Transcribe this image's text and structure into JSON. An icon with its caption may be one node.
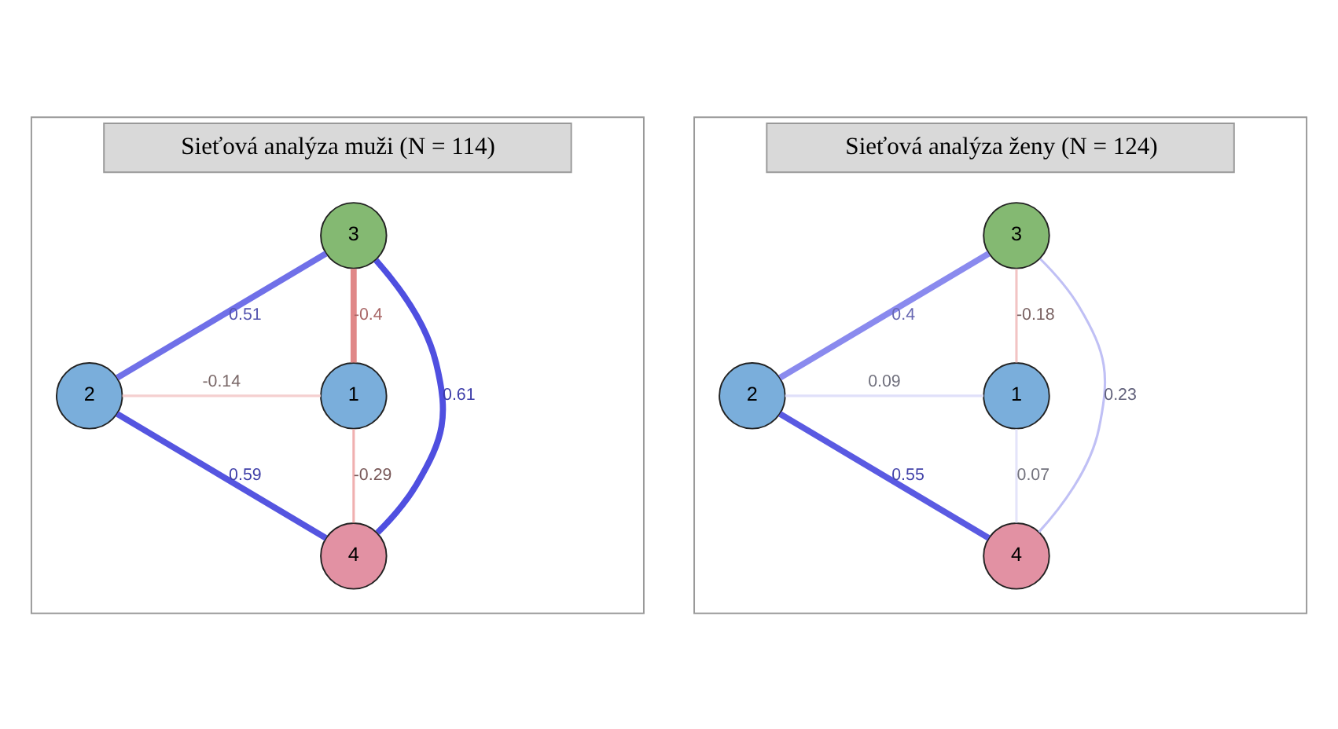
{
  "diagram": {
    "nodes": [
      {
        "text": [
          "Sieťová analýza muži (N = 114)"
        ]
      },
      {
        "text": [
          "3"
        ],
        "in": 0
      },
      {
        "text": [
          "2"
        ],
        "in": 0
      },
      {
        "text": [
          "1"
        ],
        "in": 0
      },
      {
        "text": [
          "4"
        ],
        "in": 0
      },
      {
        "text": [
          "Sieťová analýza ženy (N = 124)"
        ]
      },
      {
        "text": [
          "3"
        ],
        "in": 5
      },
      {
        "text": [
          "2"
        ],
        "in": 5
      },
      {
        "text": [
          "1"
        ],
        "in": 5
      },
      {
        "text": [
          "4"
        ],
        "in": 5
      }
    ],
    "edges": [
      {
        "from": 1,
        "to": 2,
        "arrow": "none",
        "label": "0.51",
        "style": "thick",
        "color": "#7070e8"
      },
      {
        "from": 1,
        "to": 3,
        "arrow": "none",
        "label": "-0.4",
        "style": "thick",
        "color": "#e08888"
      },
      {
        "from": 1,
        "to": 4,
        "arrow": "none",
        "label": "0.61",
        "style": "thick",
        "color": "#4f4fe0"
      },
      {
        "from": 2,
        "to": 3,
        "arrow": "none",
        "label": "-0.14",
        "color": "#f5d0d0"
      },
      {
        "from": 2,
        "to": 4,
        "arrow": "none",
        "label": "0.59",
        "style": "thick",
        "color": "#5555e0"
      },
      {
        "from": 3,
        "to": 4,
        "arrow": "none",
        "label": "-0.29",
        "color": "#f0b0b0"
      },
      {
        "from": 6,
        "to": 7,
        "arrow": "none",
        "label": "0.4",
        "style": "thick",
        "color": "#8a8aee"
      },
      {
        "from": 6,
        "to": 8,
        "arrow": "none",
        "label": "-0.18",
        "color": "#f2c4c4"
      },
      {
        "from": 6,
        "to": 9,
        "arrow": "none",
        "label": "0.23",
        "color": "#c0c0f5"
      },
      {
        "from": 7,
        "to": 8,
        "arrow": "none",
        "label": "0.09",
        "color": "#e0e0fa"
      },
      {
        "from": 7,
        "to": 9,
        "arrow": "none",
        "label": "0.55",
        "style": "thick",
        "color": "#5a5ae2"
      },
      {
        "from": 8,
        "to": 9,
        "arrow": "none",
        "label": "0.07",
        "color": "#e4e4fa"
      }
    ]
  }
}
